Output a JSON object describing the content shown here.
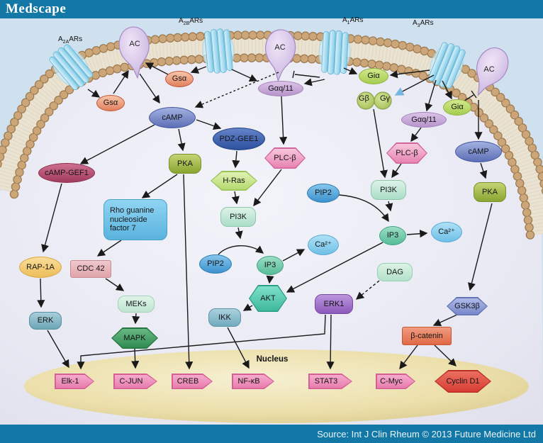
{
  "header": {
    "brand": "Medscape"
  },
  "footer": {
    "source_text": "Source: Int J Clin Rheum © 2013 Future Medicine Ltd"
  },
  "receptor_labels": {
    "a2a": {
      "pre": "A",
      "sub": "2A",
      "post": "ARs"
    },
    "a2b": {
      "pre": "A",
      "sub": "2B",
      "post": "ARs"
    },
    "a1": {
      "pre": "A",
      "sub": "1",
      "post": "ARs"
    },
    "a3": {
      "pre": "A",
      "sub": "3",
      "post": "ARs"
    }
  },
  "nodes": {
    "ac1": {
      "label": "AC"
    },
    "ac2": {
      "label": "AC"
    },
    "ac3": {
      "label": "AC"
    },
    "gsa1": {
      "label": "Gsα"
    },
    "gsa2": {
      "label": "Gsα"
    },
    "camp1": {
      "label": "cAMP"
    },
    "camp2": {
      "label": "cAMP"
    },
    "pdzgee1": {
      "label": "PDZ-GEE1"
    },
    "pka1": {
      "label": "PKA"
    },
    "pka2": {
      "label": "PKA"
    },
    "hras": {
      "label": "H-Ras"
    },
    "plcb1": {
      "label": "PLC-β"
    },
    "plcb2": {
      "label": "PLC-β"
    },
    "gaq1": {
      "label": "Gαq/11"
    },
    "gaq2": {
      "label": "Gαq/11"
    },
    "gia1": {
      "label": "Giα"
    },
    "gia2": {
      "label": "Giα"
    },
    "gbeta": {
      "label": "Gβ"
    },
    "ggamma": {
      "label": "Gγ"
    },
    "pi3k1": {
      "label": "PI3K"
    },
    "pi3k2": {
      "label": "PI3K"
    },
    "pip2a": {
      "label": "PIP2"
    },
    "pip2b": {
      "label": "PIP2"
    },
    "ip3a": {
      "label": "IP3"
    },
    "ip3b": {
      "label": "IP3"
    },
    "ca1": {
      "label": "Ca²⁺"
    },
    "ca2": {
      "label": "Ca²⁺"
    },
    "dag": {
      "label": "DAG"
    },
    "akt": {
      "label": "AKT"
    },
    "ikk": {
      "label": "IKK"
    },
    "erk1": {
      "label": "ERK1"
    },
    "campgef1": {
      "label": "cAMP-GEF1"
    },
    "rho": {
      "label": "Rho guanine nucleoside factor 7"
    },
    "rap1a": {
      "label": "RAP-1A"
    },
    "cdc42": {
      "label": "CDC 42"
    },
    "meks": {
      "label": "MEKs"
    },
    "mapk": {
      "label": "MAPK"
    },
    "erk": {
      "label": "ERK"
    },
    "gsk3b": {
      "label": "GSK3β"
    },
    "bcatenin": {
      "label": "β-catenin"
    },
    "elk1": {
      "label": "Elk-1"
    },
    "cjun": {
      "label": "C-JUN"
    },
    "creb": {
      "label": "CREB"
    },
    "nfkb": {
      "label": "NF-κB"
    },
    "stat3": {
      "label": "STAT3"
    },
    "cmyc": {
      "label": "C-Myc"
    },
    "cyclind1": {
      "label": "Cyclin D1"
    },
    "nucleus": {
      "label": "Nucleus"
    }
  },
  "colors": {
    "header_bar": "#1478a6",
    "outside_cell": "#cfe0ee",
    "cell_interior": "#eaebf4",
    "membrane_beads": "#c49a6d",
    "nucleus_fill": "#e9dfa9",
    "arrow": "#1a1a1a",
    "blue_arrowhead": "#74b8e2"
  }
}
